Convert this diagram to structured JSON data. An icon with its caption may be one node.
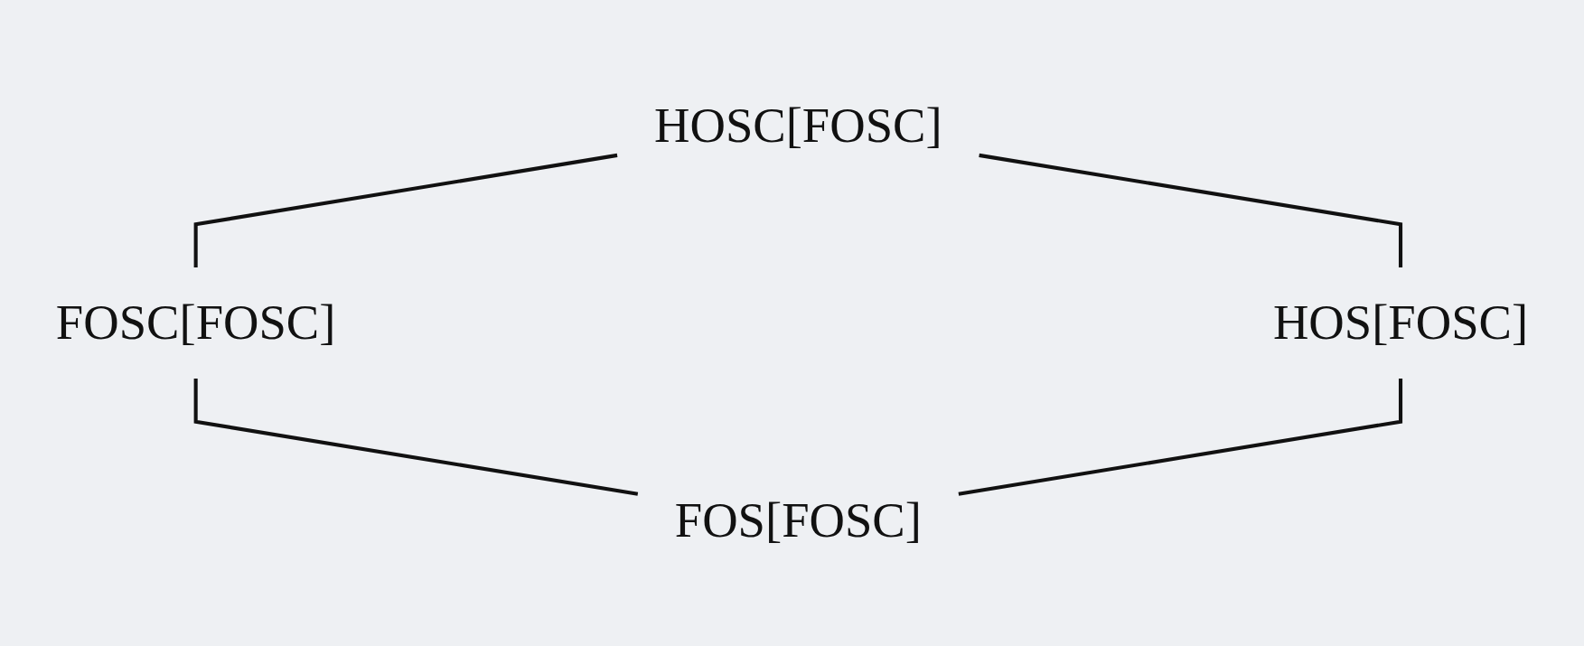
{
  "diagram": {
    "nodes": [
      {
        "text": [
          "HOSC[FOSC]"
        ]
      },
      {
        "text": [
          "FOSC[FOSC]"
        ]
      },
      {
        "text": [
          "HOS[FOSC]"
        ]
      },
      {
        "text": [
          "FOS[FOSC]"
        ]
      }
    ],
    "edges": [
      {
        "from": 0,
        "to": 1,
        "arrow": "none"
      },
      {
        "from": 0,
        "to": 2,
        "arrow": "none"
      },
      {
        "from": 1,
        "to": 3,
        "arrow": "none"
      },
      {
        "from": 2,
        "to": 3,
        "arrow": "none"
      }
    ]
  }
}
